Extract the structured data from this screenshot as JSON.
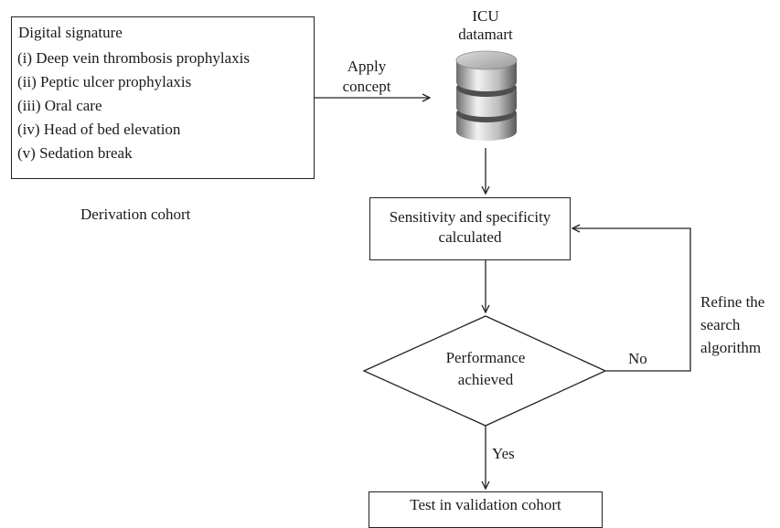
{
  "signature": {
    "title": "Digital signature",
    "items": [
      "(i) Deep vein thrombosis prophylaxis",
      "(ii) Peptic ulcer prophylaxis",
      "(iii) Oral care",
      "(iv) Head of bed elevation",
      "(v) Sedation break"
    ]
  },
  "derivation_label": "Derivation cohort",
  "arrow_label": {
    "line1": "Apply",
    "line2": "concept"
  },
  "database": {
    "line1": "ICU",
    "line2": "datamart",
    "icon": "database-icon"
  },
  "process_box": {
    "line1": "Sensitivity and specificity",
    "line2": "calculated"
  },
  "decision": {
    "line1": "Performance",
    "line2": "achieved"
  },
  "no_label": "No",
  "yes_label": "Yes",
  "refine_label": {
    "line1": "Refine the",
    "line2": "search",
    "line3": "algorithm"
  },
  "final_box": "Test in validation cohort",
  "colors": {
    "line": "#222222",
    "db_light": "#f2f2f2",
    "db_dark": "#6e6e6e"
  }
}
